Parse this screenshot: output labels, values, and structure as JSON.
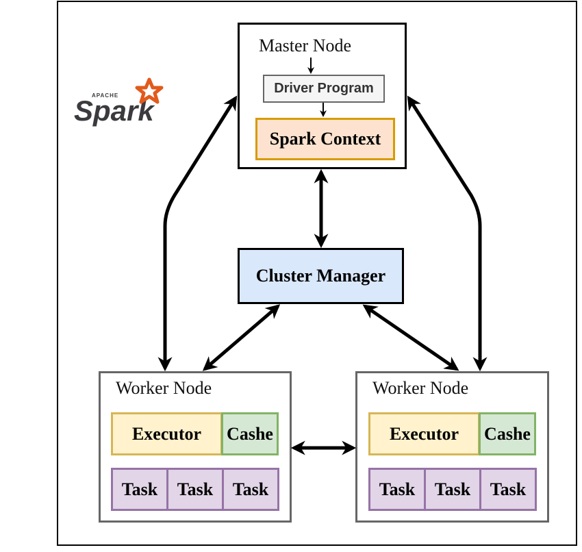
{
  "logo": {
    "small_text": "APACHE",
    "word": "Spark",
    "colors": {
      "word": "#3c3a3e",
      "star": "#e25a1c"
    }
  },
  "master": {
    "title": "Master Node",
    "driver_label": "Driver Program",
    "context_label": "Spark Context"
  },
  "cluster_manager": {
    "label": "Cluster Manager"
  },
  "workers": [
    {
      "title": "Worker Node",
      "executor_label": "Executor",
      "cache_label": "Cashe",
      "tasks": [
        "Task",
        "Task",
        "Task"
      ]
    },
    {
      "title": "Worker Node",
      "executor_label": "Executor",
      "cache_label": "Cashe",
      "tasks": [
        "Task",
        "Task",
        "Task"
      ]
    }
  ],
  "colors": {
    "context_fill": "#fde3cf",
    "context_border": "#d79b00",
    "cluster_fill": "#dae8fc",
    "executor_fill": "#fff2cc",
    "executor_border": "#d6b656",
    "cache_fill": "#d5e8d4",
    "cache_border": "#82b366",
    "task_fill": "#e1d5e7",
    "task_border": "#9673a6",
    "worker_border": "#666666",
    "driver_fill": "#f5f5f5",
    "driver_border": "#666666"
  }
}
